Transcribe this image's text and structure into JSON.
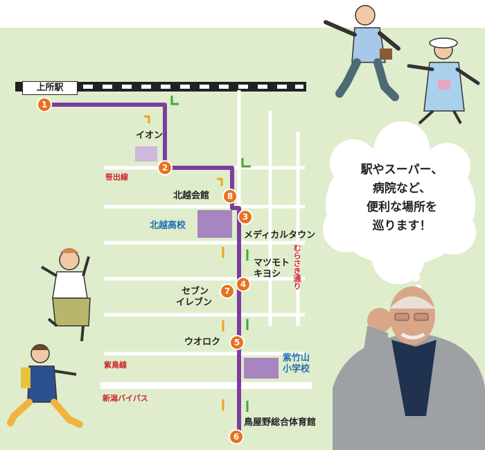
{
  "map": {
    "station": "上所駅",
    "stops": [
      "1",
      "2",
      "3",
      "4",
      "5",
      "6",
      "7",
      "8"
    ],
    "places": {
      "aeon": "イオン",
      "kitakoshi_hall": "北越会館",
      "kitakoshi_hs": "北越高校",
      "medical_town": "メディカルタウン",
      "matsumoto_1": "マツモト",
      "matsumoto_2": "キヨシ",
      "seven_1": "セブン",
      "seven_2": "イレブン",
      "uoroku": "ウオロク",
      "shichikuyama_1": "紫竹山",
      "shichikuyama_2": "小学校",
      "gym": "鳥屋野総合体育館"
    },
    "roads": {
      "sasade": "笹出線",
      "shichou": "紫鳥線",
      "bypass": "新潟バイパス",
      "murasaki": "むらさき通り"
    },
    "colors": {
      "route": "#7b3f9b",
      "stop": "#e8711e",
      "bg": "#dfedcc",
      "arrow_up": "#f0a21c",
      "arrow_down": "#3ea63e"
    }
  },
  "bubble": {
    "line1": "駅やスーパー、",
    "line2": "病院など、",
    "line3": "便利な場所を",
    "line4": "巡ります！"
  }
}
